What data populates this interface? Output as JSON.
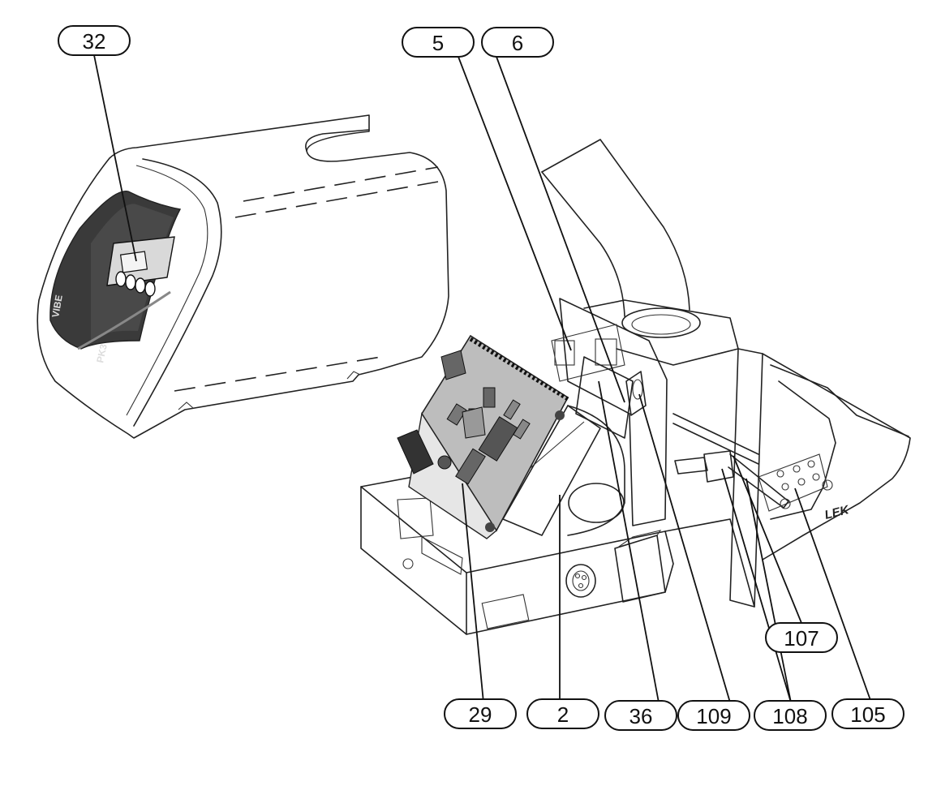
{
  "callouts": {
    "c32": "32",
    "c5": "5",
    "c6": "6",
    "c107": "107",
    "c29": "29",
    "c2": "2",
    "c36": "36",
    "c109": "109",
    "c108": "108",
    "c105": "105"
  },
  "cover": {
    "brand": "VIBE",
    "model": "PK3"
  },
  "burner": {
    "brand": "LEK"
  },
  "colors": {
    "line": "#222222",
    "display_dark": "#3a3a3a",
    "board": "#bdbdbd"
  }
}
